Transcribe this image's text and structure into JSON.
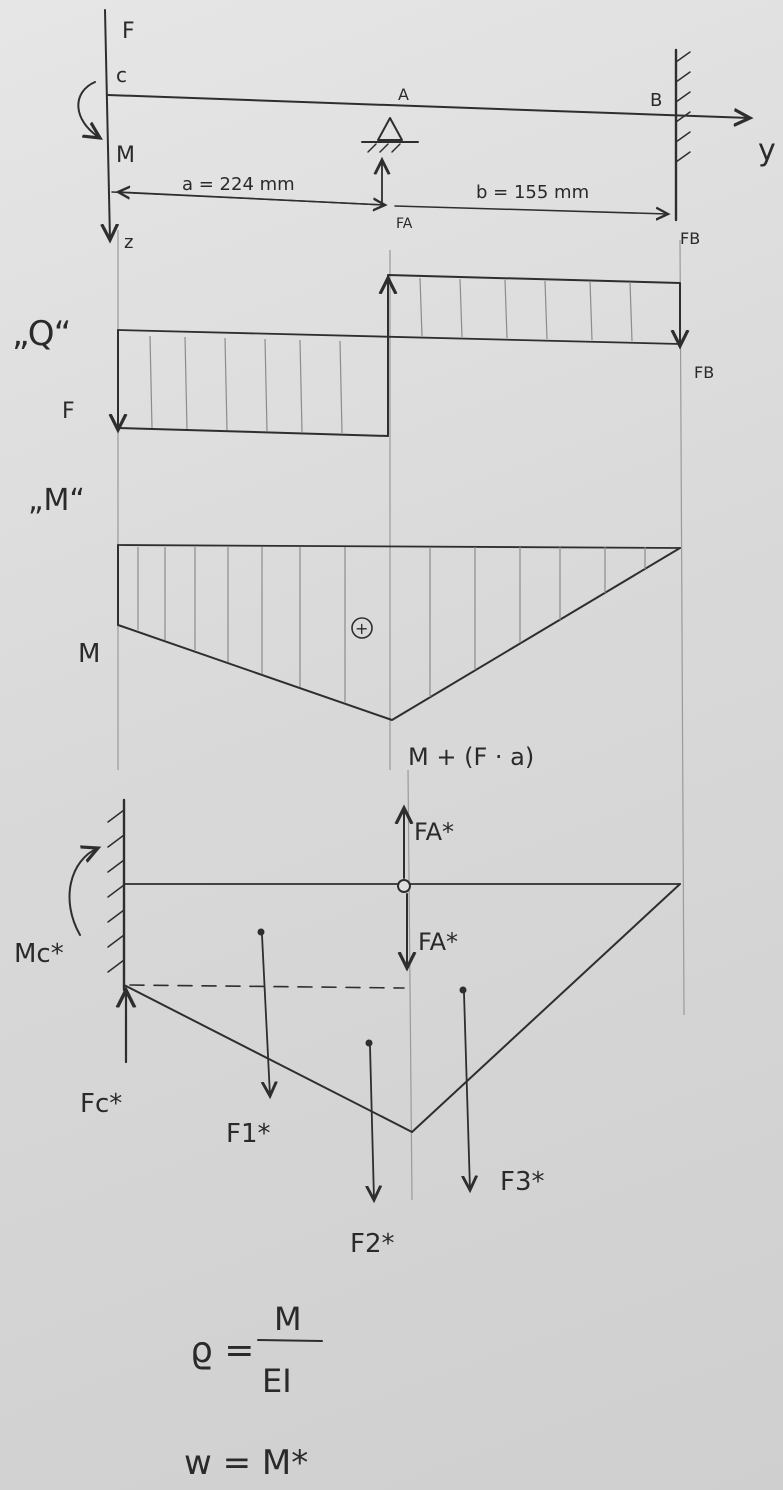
{
  "beam": {
    "force_label": "F",
    "point_c": "c",
    "point_a": "A",
    "point_b": "B",
    "axis_y": "y",
    "axis_z": "z",
    "moment_label": "M",
    "dim_a": "a = 224 mm",
    "dim_b": "b = 155 mm",
    "reaction_a": "FA",
    "reaction_b": "FB"
  },
  "shear": {
    "title": "„Q“",
    "left_label": "F",
    "right_label": "FB"
  },
  "moment": {
    "title": "„M“",
    "left_label": "M",
    "sign": "+",
    "peak_label": "M + (F · a)"
  },
  "conjugate": {
    "fa_up": "FA*",
    "fa_down": "FA*",
    "mc": "Mc*",
    "fc": "Fc*",
    "f1": "F1*",
    "f2": "F2*",
    "f3": "F3*"
  },
  "formulas": {
    "curvature_lhs": "ϱ =",
    "curvature_num": "M",
    "curvature_den": "EI",
    "deflection": "w = M*"
  }
}
